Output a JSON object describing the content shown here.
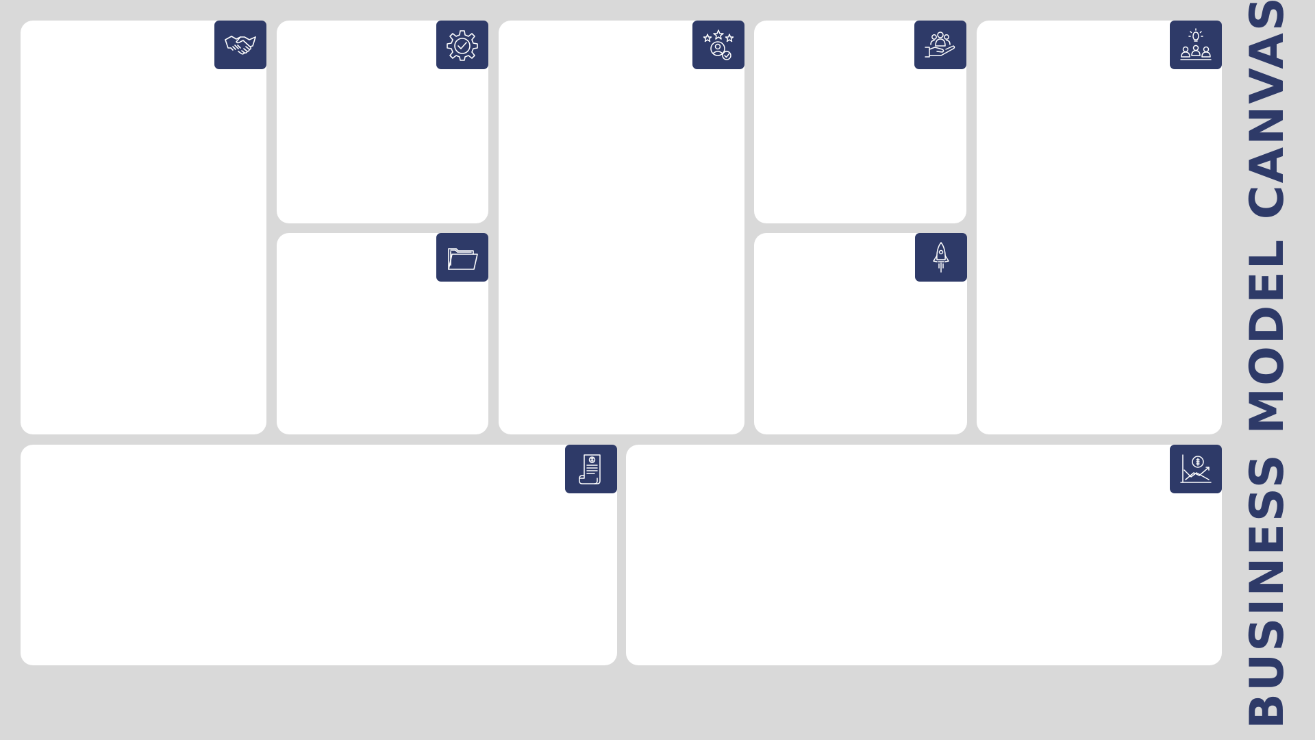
{
  "title": "BUSINESS MODEL CANVAS",
  "colors": {
    "background": "#d9d9d9",
    "card": "#ffffff",
    "accent": "#2e3a68",
    "icon_stroke": "#ffffff"
  },
  "blocks": [
    {
      "id": "key-partners",
      "icon": "handshake-icon"
    },
    {
      "id": "key-activities",
      "icon": "gear-check-icon"
    },
    {
      "id": "key-resources",
      "icon": "folder-icon"
    },
    {
      "id": "value-propositions",
      "icon": "star-rating-person-icon"
    },
    {
      "id": "customer-relationships",
      "icon": "hand-holding-people-icon"
    },
    {
      "id": "channels",
      "icon": "rocket-icon"
    },
    {
      "id": "customer-segments",
      "icon": "idea-group-icon"
    },
    {
      "id": "cost-structure",
      "icon": "invoice-dollar-icon"
    },
    {
      "id": "revenue-streams",
      "icon": "dollar-chart-icon"
    }
  ]
}
